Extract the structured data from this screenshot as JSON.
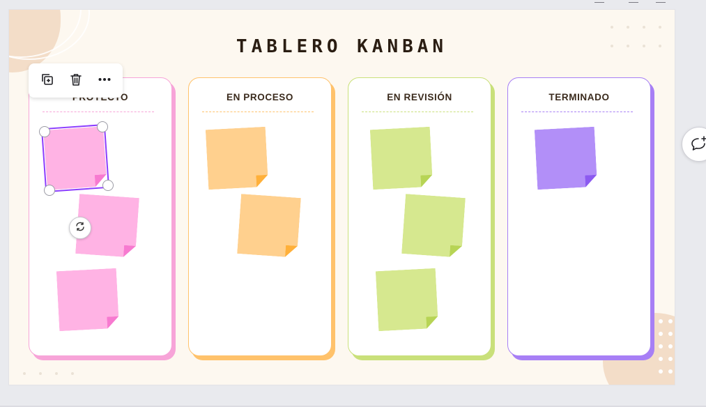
{
  "board": {
    "title": "TABLERO KANBAN"
  },
  "columns": [
    {
      "id": "proyecto",
      "label": "PROYECTO",
      "accent": "#f7a4d8",
      "note_color": "#ffb3e4",
      "fold_color": "#f77ad0"
    },
    {
      "id": "en-proceso",
      "label": "EN PROCESO",
      "accent": "#ffc26b",
      "note_color": "#ffd08e",
      "fold_color": "#ffb03a"
    },
    {
      "id": "en-revision",
      "label": "EN REVISIÓN",
      "accent": "#c9e07a",
      "note_color": "#d6e88f",
      "fold_color": "#b7d455"
    },
    {
      "id": "terminado",
      "label": "TERMINADO",
      "accent": "#a77ff5",
      "note_color": "#b28ff8",
      "fold_color": "#8c5af0"
    }
  ],
  "selection_toolbar": {
    "duplicate_icon": "duplicate-icon",
    "delete_icon": "trash-icon",
    "more_icon": "more-horizontal-icon"
  },
  "comment_icon": "add-comment-icon",
  "rotate_icon": "rotate-icon",
  "colors": {
    "selection": "#8b3dff",
    "canvas": "#fdf8f0",
    "workspace": "#e9eaee"
  }
}
